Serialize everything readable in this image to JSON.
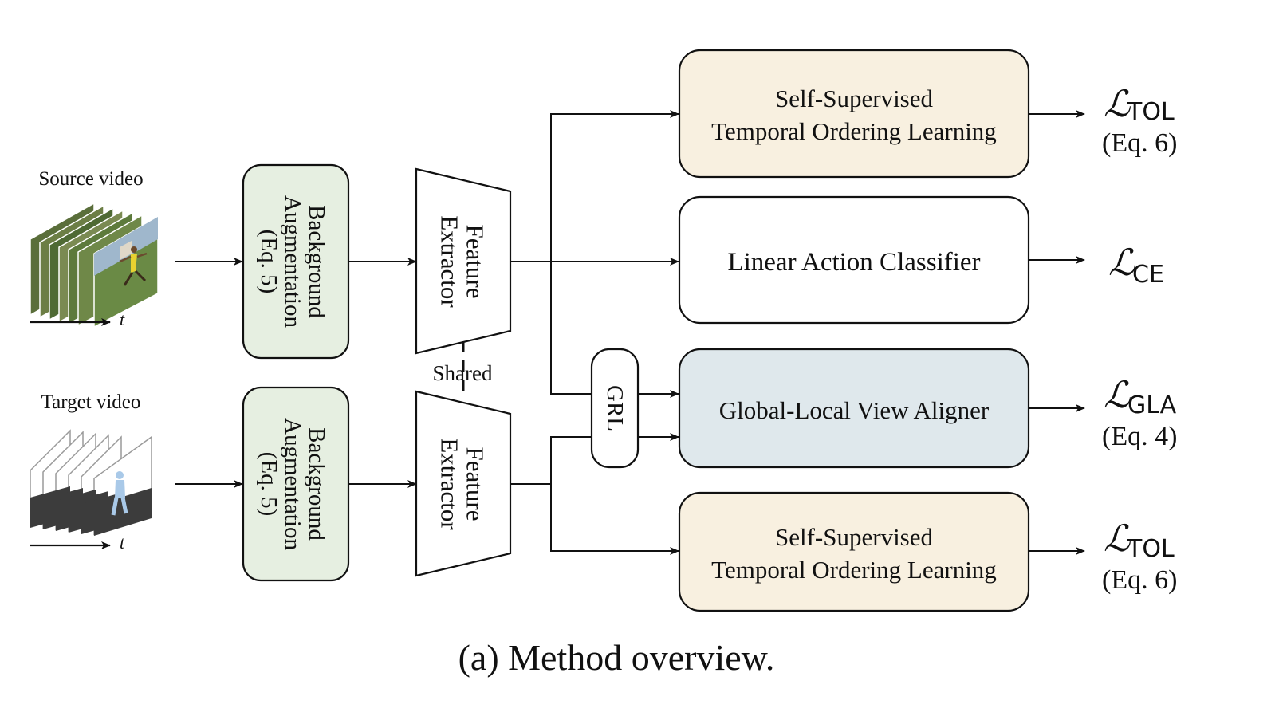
{
  "inputs": {
    "source_label": "Source video",
    "target_label": "Target video",
    "time_symbol": "t"
  },
  "modules": {
    "background_augmentation": {
      "line1": "Background",
      "line2": "Augmentation",
      "line3": "(Eq. 5)"
    },
    "feature_extractor": {
      "line1": "Feature",
      "line2": "Extractor"
    },
    "shared_label": "Shared",
    "grl_label": "GRL",
    "tol": {
      "line1": "Self-Supervised",
      "line2": "Temporal Ordering Learning"
    },
    "classifier": {
      "label": "Linear Action Classifier"
    },
    "aligner": {
      "label": "Global-Local View Aligner"
    }
  },
  "losses": {
    "tol_top": {
      "symbol": "ℒ",
      "subscript": "TOL",
      "eq": "(Eq. 6)"
    },
    "ce": {
      "symbol": "ℒ",
      "subscript": "CE"
    },
    "gla": {
      "symbol": "ℒ",
      "subscript": "GLA",
      "eq": "(Eq. 4)"
    },
    "tol_bottom": {
      "symbol": "ℒ",
      "subscript": "TOL",
      "eq": "(Eq. 6)"
    }
  },
  "caption": "(a) Method overview.",
  "colors": {
    "augmentation_fill": "#e6efe1",
    "tol_fill": "#f8f0e0",
    "aligner_fill": "#dfe8ec",
    "classifier_fill": "#ffffff",
    "stroke": "#111111"
  }
}
